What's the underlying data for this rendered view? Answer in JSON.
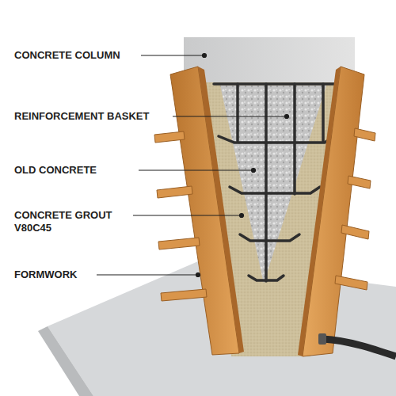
{
  "diagram": {
    "labels": [
      "CONCRETE COLUMN",
      "REINFORCEMENT BASKET",
      "OLD CONCRETE",
      "CONCRETE GROUT V80C45",
      "FORMWORK"
    ]
  }
}
